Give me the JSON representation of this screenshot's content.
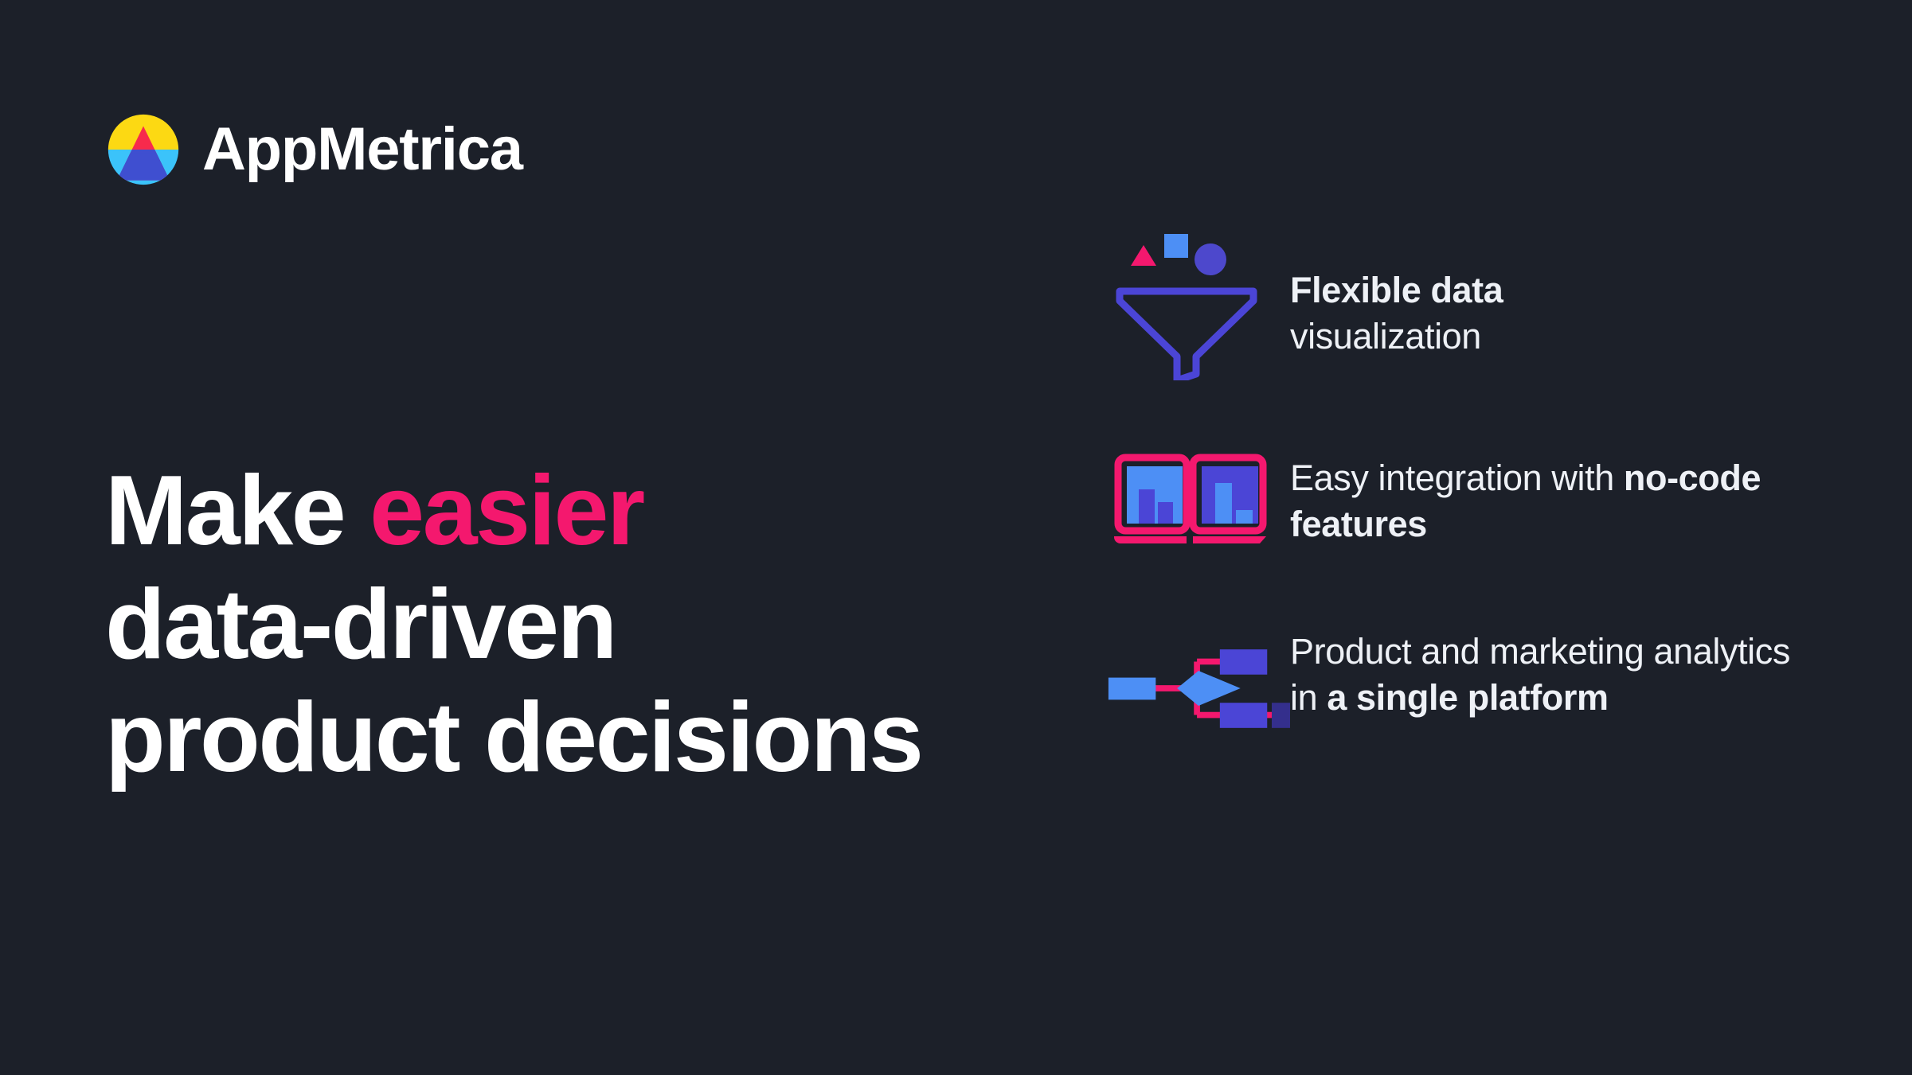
{
  "brand": {
    "name": "AppMetrica",
    "logo_icon": "appmetrica-logo-icon"
  },
  "headline": {
    "line1_pre": "Make ",
    "line1_accent": "easier",
    "line2": "data-driven",
    "line3": "product decisions"
  },
  "colors": {
    "background": "#1c2029",
    "accent_pink": "#f4186e",
    "text_white": "#ffffff",
    "text_light": "#eef1f6",
    "icon_indigo": "#4b45d6",
    "icon_blue": "#4d8ff5",
    "icon_purple": "#4d48cc",
    "logo_yellow": "#fcd913",
    "logo_cyan": "#3bc3fa",
    "logo_red": "#f72a4c",
    "logo_blue": "#3f4fd0"
  },
  "features": [
    {
      "icon": "funnel-icon",
      "text_bold": "Flexible data",
      "text_regular": "visualization",
      "order": "bold-first"
    },
    {
      "icon": "dual-laptop-chart-icon",
      "text_regular": "Easy integration with ",
      "text_bold": "no-code features",
      "order": "regular-first"
    },
    {
      "icon": "flowchart-icon",
      "text_regular": "Product and marketing analytics in ",
      "text_bold": "a single platform",
      "order": "regular-first"
    }
  ]
}
